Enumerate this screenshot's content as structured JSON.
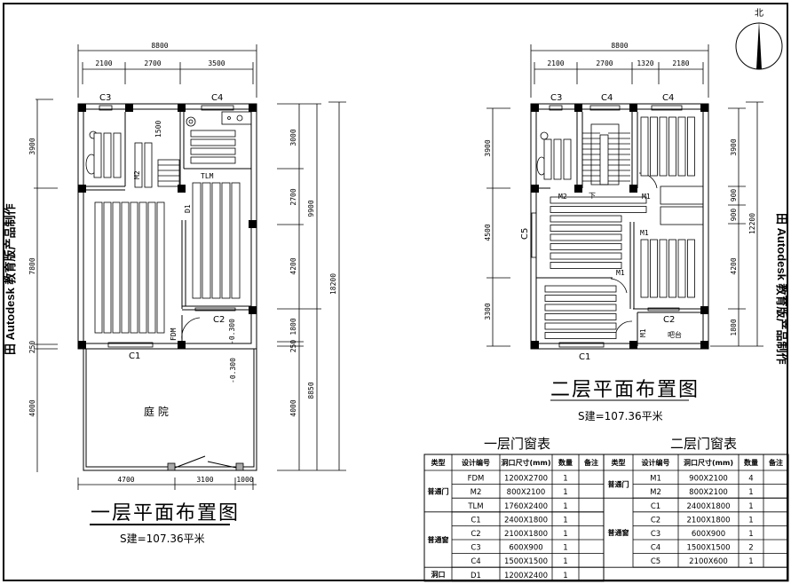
{
  "watermark": "田 Autodesk 教育版产品制作",
  "north": "北",
  "plan1": {
    "title": "一层平面布置图",
    "area": "S建=107.36平米",
    "dims_top": {
      "total": "8800",
      "parts": [
        "2100",
        "2700",
        "3500"
      ]
    },
    "dims_left": [
      "3900",
      "7800",
      "250",
      "4000"
    ],
    "dims_right_a": [
      "3000",
      "2700",
      "4200",
      "1800",
      "250",
      "4000"
    ],
    "dims_right_b": [
      "9900",
      "8850"
    ],
    "dims_right_total": "18200",
    "dims_bottom": [
      "4700",
      "3100",
      "1000"
    ],
    "labels": {
      "c3": "C3",
      "c4": "C4",
      "c1": "C1",
      "c2": "C2",
      "m2": "M2",
      "tlm": "TLM",
      "d1": "D1",
      "fdm": "FDM",
      "level": "-0.300",
      "stair_dim": "1500",
      "yard": "庭 院"
    }
  },
  "plan2": {
    "title": "二层平面布置图",
    "area": "S建=107.36平米",
    "dims_top": {
      "total": "8800",
      "parts": [
        "2100",
        "2700",
        "1320",
        "2180"
      ]
    },
    "dims_left": [
      "3900",
      "4500",
      "3300"
    ],
    "dims_right_a": [
      "3900",
      "900",
      "900",
      "4200",
      "1800"
    ],
    "dims_right_total": "12200",
    "labels": {
      "c3": "C3",
      "c4a": "C4",
      "c4b": "C4",
      "c1": "C1",
      "c2": "C2",
      "c5": "C5",
      "m2": "M2",
      "m1a": "M1",
      "m1b": "M1",
      "m1c": "M1",
      "m1d": "M1",
      "down": "下",
      "bar": "吧台"
    }
  },
  "table1": {
    "title": "一层门窗表",
    "headers": [
      "类型",
      "设计编号",
      "洞口尺寸(mm)",
      "数量",
      "备注"
    ],
    "groups": [
      {
        "type": "普通门",
        "rows": [
          [
            "FDM",
            "1200X2700",
            "1"
          ],
          [
            "M2",
            "800X2100",
            "1"
          ],
          [
            "TLM",
            "1760X2400",
            "1"
          ]
        ]
      },
      {
        "type": "普通窗",
        "rows": [
          [
            "C1",
            "2400X1800",
            "1"
          ],
          [
            "C2",
            "2100X1800",
            "1"
          ],
          [
            "C3",
            "600X900",
            "1"
          ],
          [
            "C4",
            "1500X1500",
            "1"
          ]
        ]
      },
      {
        "type": "洞口",
        "rows": [
          [
            "D1",
            "1200X2400",
            "1"
          ]
        ]
      }
    ]
  },
  "table2": {
    "title": "二层门窗表",
    "headers": [
      "类型",
      "设计编号",
      "洞口尺寸(mm)",
      "数量",
      "备注"
    ],
    "groups": [
      {
        "type": "普通门",
        "rows": [
          [
            "M1",
            "900X2100",
            "4"
          ],
          [
            "M2",
            "800X2100",
            "1"
          ]
        ]
      },
      {
        "type": "普通窗",
        "rows": [
          [
            "C1",
            "2400X1800",
            "1"
          ],
          [
            "C2",
            "2100X1800",
            "1"
          ],
          [
            "C3",
            "600X900",
            "1"
          ],
          [
            "C4",
            "1500X1500",
            "2"
          ],
          [
            "C5",
            "2100X600",
            "1"
          ]
        ]
      }
    ]
  }
}
